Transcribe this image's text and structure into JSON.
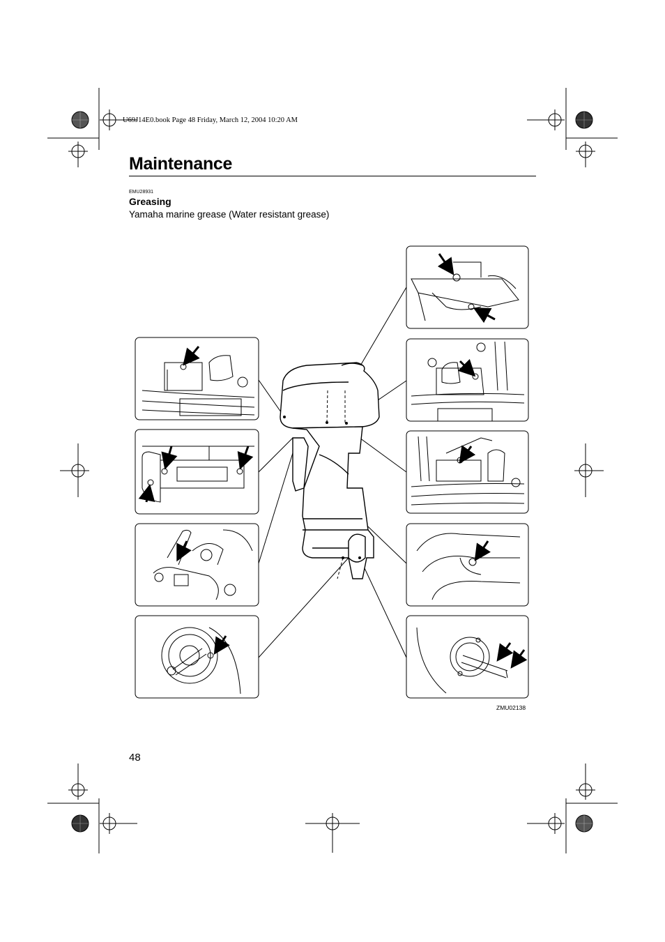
{
  "header": {
    "book_line": "U69J14E0.book  Page 48  Friday, March 12, 2004  10:20 AM"
  },
  "section": {
    "title": "Maintenance"
  },
  "subsection": {
    "code": "EMU28931",
    "heading": "Greasing",
    "body": "Yamaha marine grease (Water resistant grease)"
  },
  "figure": {
    "code": "ZMU02138"
  },
  "footer": {
    "page_number": "48"
  }
}
